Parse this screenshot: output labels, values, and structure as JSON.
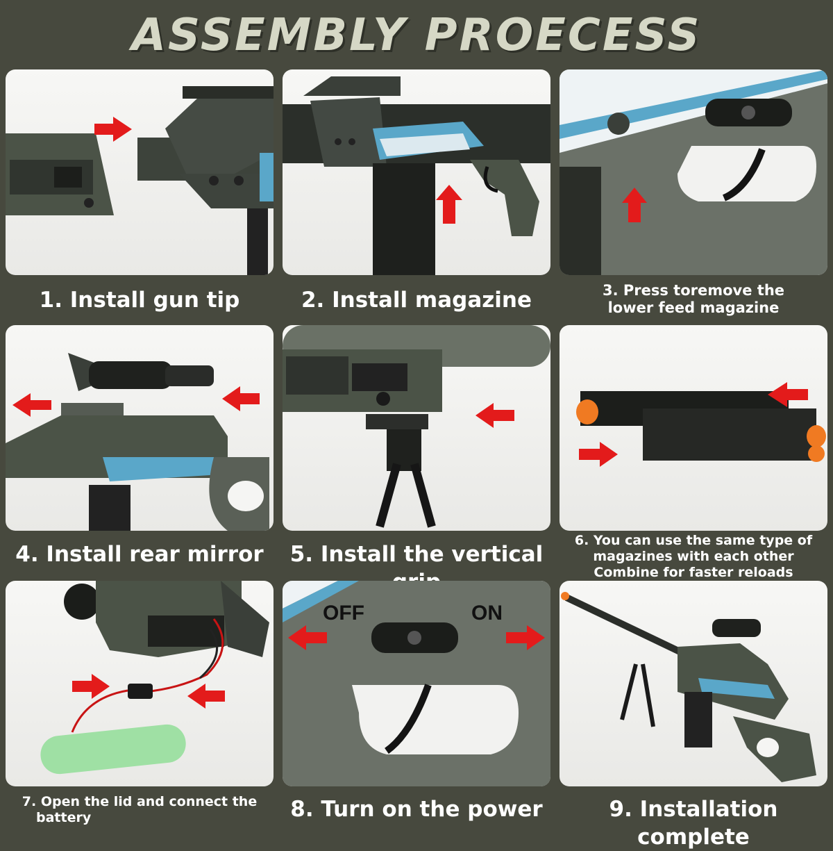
{
  "title": "ASSEMBLY PROECESS",
  "steps": [
    {
      "caption": "1. Install gun tip"
    },
    {
      "caption": "2. Install magazine"
    },
    {
      "caption_lines": [
        "3. Press toremove the",
        "lower feed magazine"
      ]
    },
    {
      "caption": "4. Install rear mirror"
    },
    {
      "caption": "5. Install the vertical grip"
    },
    {
      "caption_lines": [
        "6. You can use the same type of",
        "magazines with each other",
        "Combine for faster reloads"
      ]
    },
    {
      "caption_lines": [
        "7. Open the lid and connect the",
        "battery"
      ]
    },
    {
      "caption": "8. Turn on the power",
      "switch_off": "OFF",
      "switch_on": "ON"
    },
    {
      "caption": "9. Installation complete"
    }
  ],
  "colors": {
    "background": "#47493e",
    "arrow": "#e31b1b",
    "gun_body": "#4b5347",
    "accent": "#5aa7c9",
    "dart_tip": "#f07a22",
    "battery": "#9fe0a4"
  }
}
